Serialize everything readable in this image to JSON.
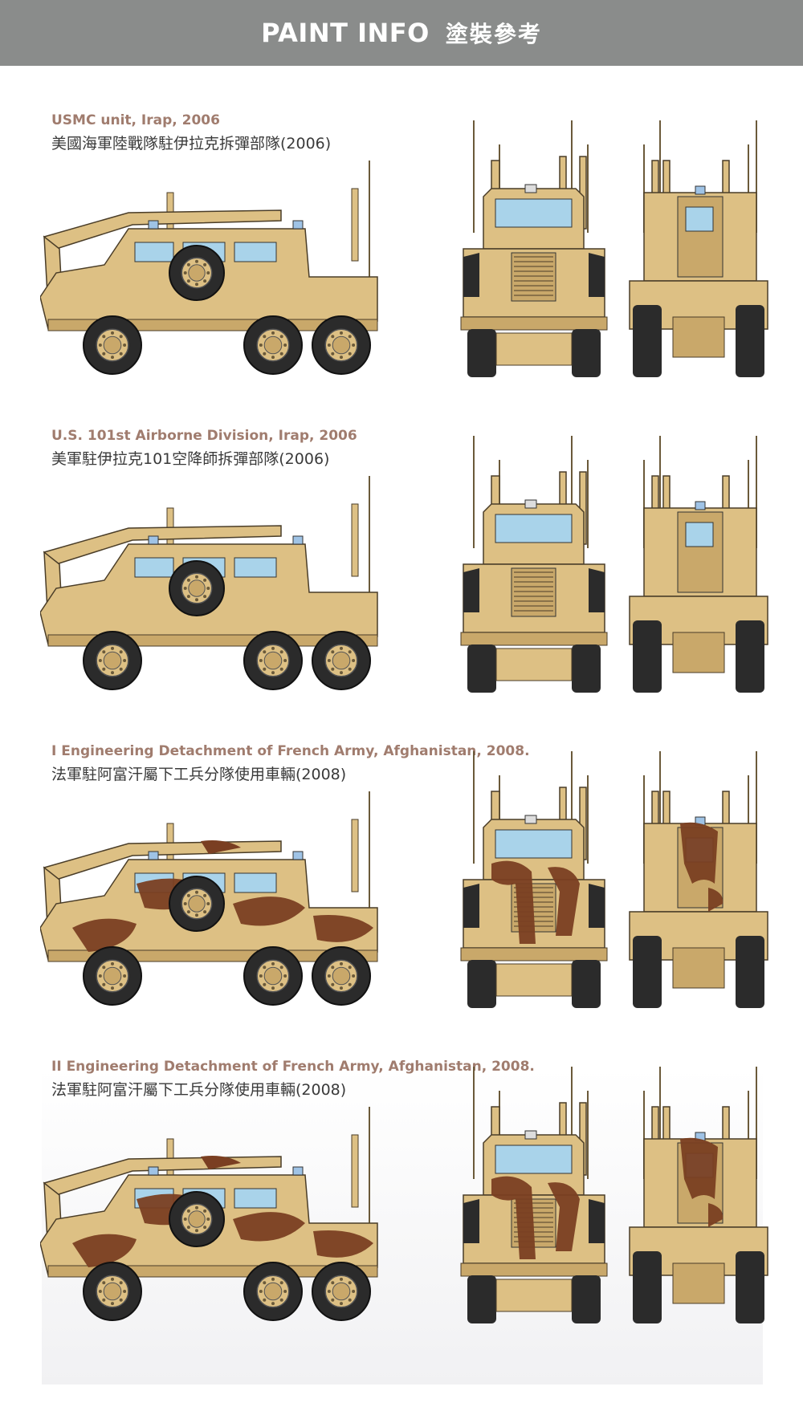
{
  "header": {
    "title": "PAINT INFO",
    "subtitle": "塗裝參考"
  },
  "colors": {
    "sand": "#ddc084",
    "sand_dark": "#c9a86a",
    "brown": "#7a3f22",
    "glass": "#a9d3ea",
    "tire": "#2b2b2b",
    "header_bg": "#8a8c8b"
  },
  "schemes": [
    {
      "title_en": "USMC unit, Irap, 2006",
      "title_zh": "美國海軍陸戰隊駐伊拉克拆彈部隊(2006)"
    },
    {
      "title_en": "U.S. 101st Airborne Division, Irap, 2006",
      "title_zh": "美軍駐伊拉克101空降師拆彈部隊(2006)"
    },
    {
      "title_en": "I Engineering Detachment of French Army, Afghanistan, 2008.",
      "title_zh": "法軍駐阿富汗屬下工兵分隊使用車輛(2008)"
    },
    {
      "title_en": "II Engineering Detachment of French Army, Afghanistan, 2008.",
      "title_zh": "法軍駐阿富汗屬下工兵分隊使用車輛(2008)"
    }
  ]
}
